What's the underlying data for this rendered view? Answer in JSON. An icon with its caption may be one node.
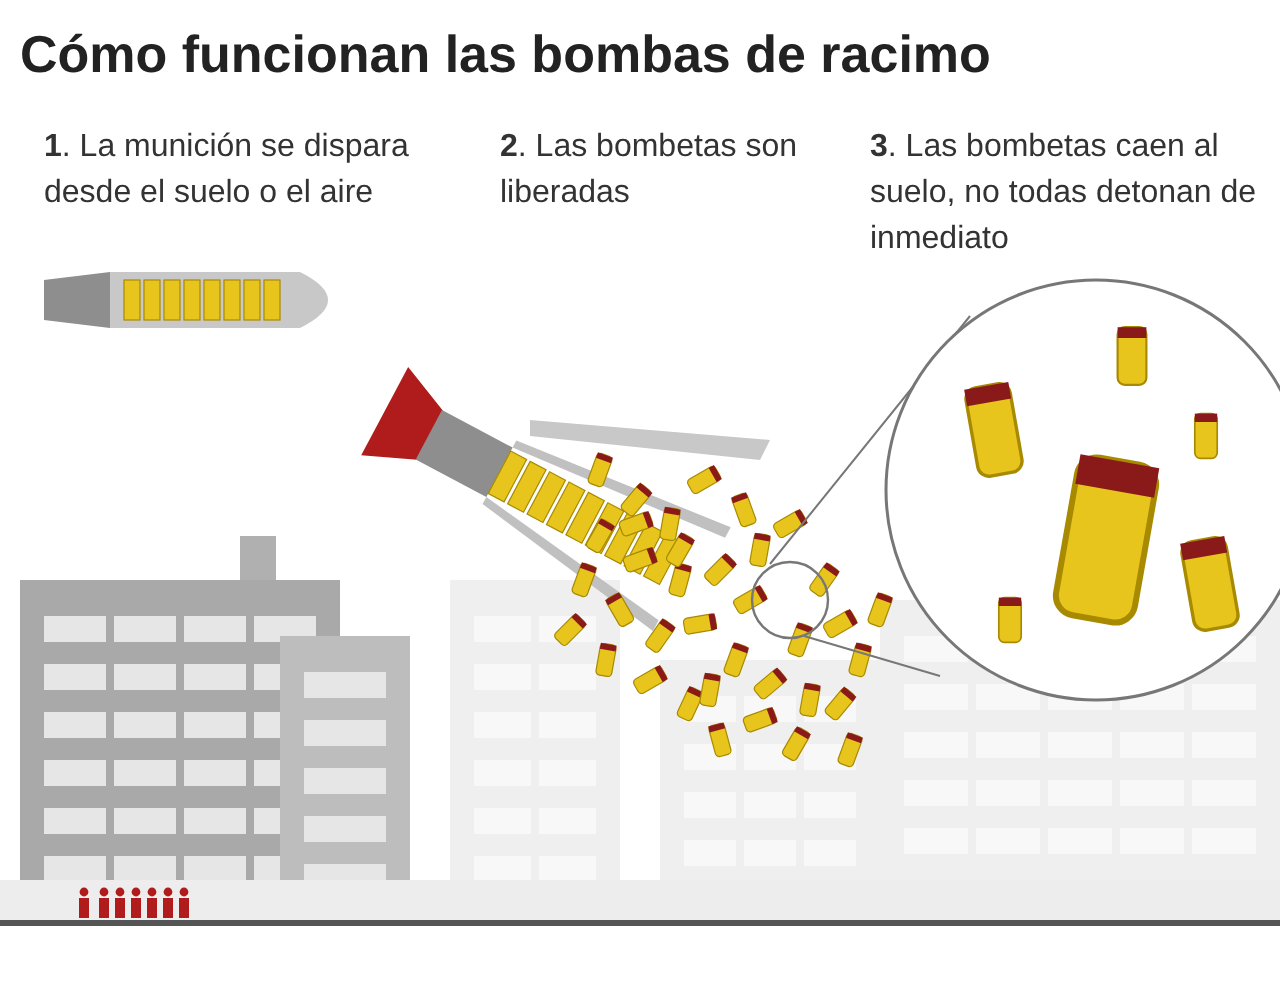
{
  "diagram": {
    "title": "Cómo funcionan las bombas de racimo",
    "labels": [
      "**1**. La munición se dispara desde el suelo o el aire",
      "**2**. Las bombetas son liberadas",
      "**3**. Las bombetas caen al suelo, no todas detonan de inmediato"
    ]
  }
}
